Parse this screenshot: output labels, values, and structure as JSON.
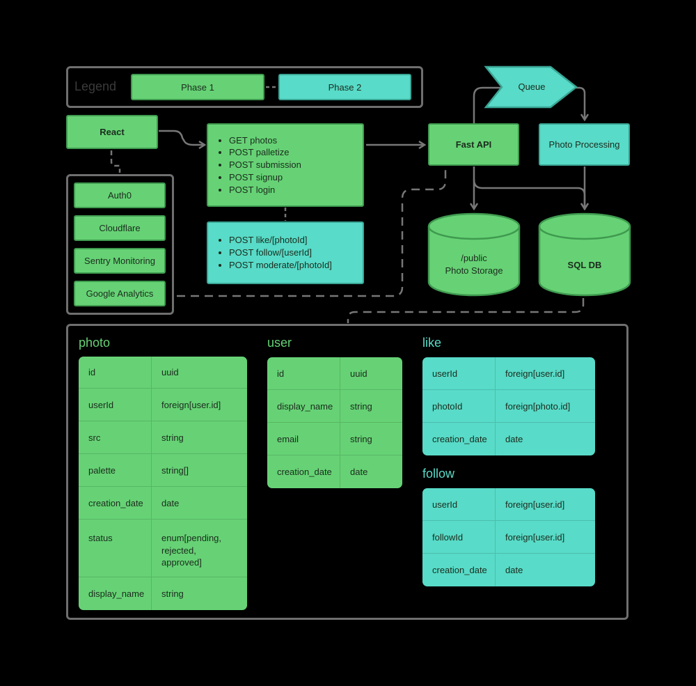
{
  "legend": {
    "title": "Legend",
    "phase1": "Phase 1",
    "phase2": "Phase 2"
  },
  "colors": {
    "phase1": "#66d275",
    "phase2": "#58dbc8",
    "border": "#6f6f6f",
    "background": "#000000"
  },
  "nodes": {
    "react": "React",
    "auth0": "Auth0",
    "cloudflare": "Cloudflare",
    "sentry": "Sentry Monitoring",
    "analytics": "Google Analytics",
    "fastapi": "Fast API",
    "queue": "Queue",
    "processing": "Photo Processing",
    "storage_line1": "/public",
    "storage_line2": "Photo Storage",
    "sqldb": "SQL DB"
  },
  "endpoints_phase1": [
    "GET photos",
    "POST palletize",
    "POST submission",
    "POST signup",
    "POST login"
  ],
  "endpoints_phase2": [
    "POST like/[photoId]",
    "POST follow/[userId]",
    "POST moderate/[photoId]"
  ],
  "schema": {
    "photo": {
      "title": "photo",
      "rows": [
        [
          "id",
          "uuid"
        ],
        [
          "userId",
          "foreign[user.id]"
        ],
        [
          "src",
          "string"
        ],
        [
          "palette",
          "string[]"
        ],
        [
          "creation_date",
          "date"
        ],
        [
          "status",
          "enum[pending,\nrejected,\napproved]"
        ],
        [
          "display_name",
          "string"
        ]
      ]
    },
    "user": {
      "title": "user",
      "rows": [
        [
          "id",
          "uuid"
        ],
        [
          "display_name",
          "string"
        ],
        [
          "email",
          "string"
        ],
        [
          "creation_date",
          "date"
        ]
      ]
    },
    "like": {
      "title": "like",
      "rows": [
        [
          "userId",
          "foreign[user.id]"
        ],
        [
          "photoId",
          "foreign[photo.id]"
        ],
        [
          "creation_date",
          "date"
        ]
      ]
    },
    "follow": {
      "title": "follow",
      "rows": [
        [
          "userId",
          "foreign[user.id]"
        ],
        [
          "followId",
          "foreign[user.id]"
        ],
        [
          "creation_date",
          "date"
        ]
      ]
    }
  }
}
